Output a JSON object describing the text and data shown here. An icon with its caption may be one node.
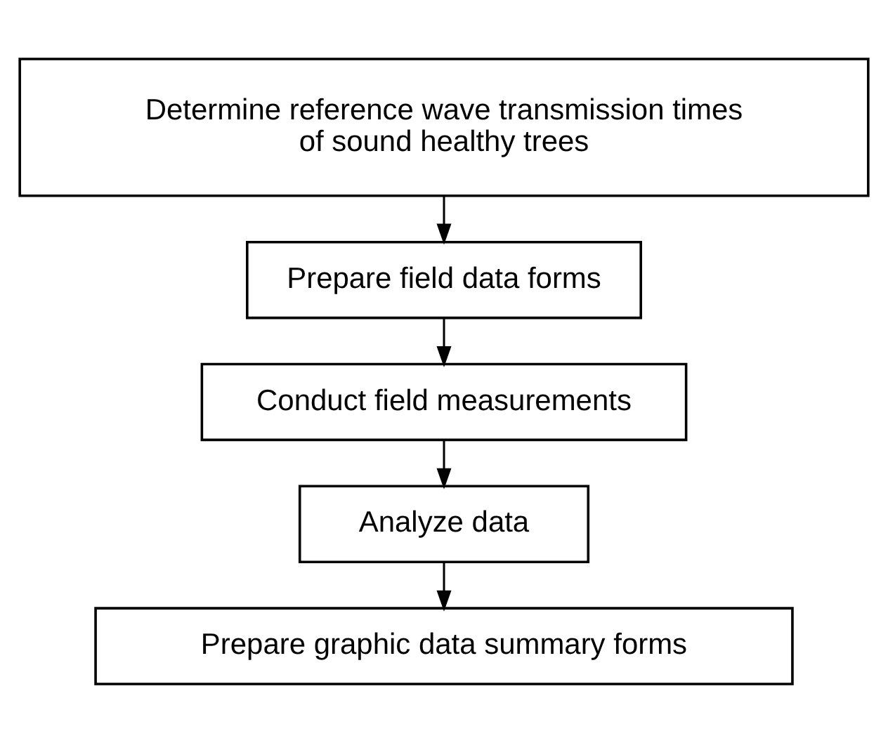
{
  "diagram": {
    "nodes": [
      {
        "text": [
          "Determine reference wave transmission times of sound healthy trees"
        ]
      },
      {
        "text": [
          "Prepare field data forms"
        ]
      },
      {
        "text": [
          "Conduct field measurements"
        ]
      },
      {
        "text": [
          "Analyze data"
        ]
      },
      {
        "text": [
          "Prepare graphic data summary forms"
        ]
      }
    ],
    "edges": [
      {
        "from": 0,
        "to": 1,
        "arrow": "to"
      },
      {
        "from": 1,
        "to": 2,
        "arrow": "to"
      },
      {
        "from": 2,
        "to": 3,
        "arrow": "to"
      },
      {
        "from": 3,
        "to": 4,
        "arrow": "to"
      }
    ]
  }
}
